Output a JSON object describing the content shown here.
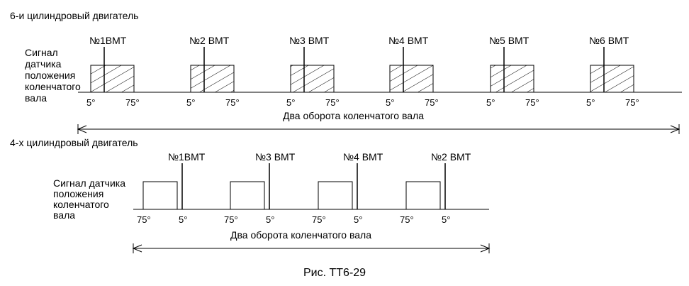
{
  "six_cyl": {
    "title": "6-и цилиндровый двигатель",
    "signal_label": [
      "Сигнал",
      "датчика",
      "положения",
      "коленчатого",
      "вала"
    ],
    "tdc_labels": [
      "№1ВМТ",
      "№2 ВМТ",
      "№3 ВМТ",
      "№4 ВМТ",
      "№5 ВМТ",
      "№6 ВМТ"
    ],
    "angle_left": "5°",
    "angle_right": "75°",
    "span_label": "Два оборота коленчатого вала"
  },
  "four_cyl": {
    "title": "4-х цилиндровый двигатель",
    "signal_label": [
      "Сигнал датчика",
      "положения",
      "коленчатого",
      "вала"
    ],
    "tdc_labels": [
      "№1ВМТ",
      "№3 ВМТ",
      "№4 ВМТ",
      "№2 ВМТ"
    ],
    "angle_left": "75°",
    "angle_right": "5°",
    "span_label": "Два оборота коленчатого вала"
  },
  "caption": "Рис. TT6-29",
  "colors": {
    "ink": "#000000",
    "background": "#ffffff"
  }
}
